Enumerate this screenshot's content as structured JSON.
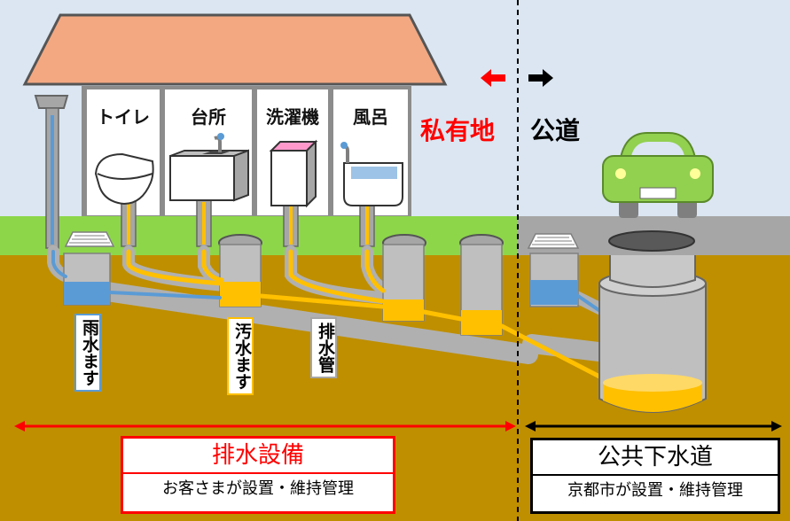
{
  "rooms": {
    "toilet": "トイレ",
    "kitchen": "台所",
    "washer": "洗濯機",
    "bath": "風呂"
  },
  "labels": {
    "private_land": "私有地",
    "public_road": "公道",
    "rain_basin": "雨水ます",
    "sewage_basin": "汚水ます",
    "drain_pipe": "排水管"
  },
  "sections": {
    "drainage": {
      "title": "排水設備",
      "note": "お客さまが設置・維持管理"
    },
    "sewer": {
      "title": "公共下水道",
      "note": "京都市が設置・維持管理"
    }
  },
  "colors": {
    "sky": "#dbe6f2",
    "roof": "#f3a882",
    "ground": "#bf8f00",
    "grass": "#8dd64a",
    "road": "#a6a6a6",
    "sewage": "#ffc000",
    "rainwater": "#5b9bd5",
    "private_accent": "#ff0000",
    "car": "#92d050"
  }
}
